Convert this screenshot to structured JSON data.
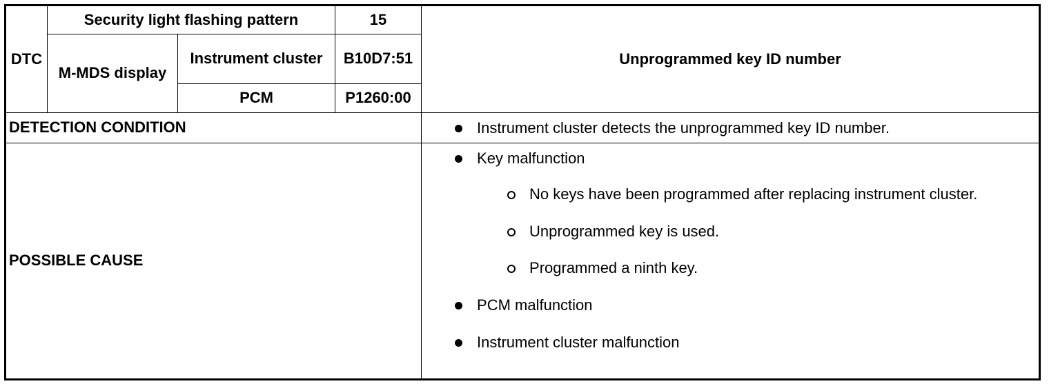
{
  "header": {
    "dtc_label": "DTC",
    "flashing_label": "Security light flashing pattern",
    "flashing_value": "15",
    "mmds_label": "M-MDS display",
    "instrument_label": "Instrument cluster",
    "instrument_code": "B10D7:51",
    "pcm_label": "PCM",
    "pcm_code": "P1260:00",
    "description": "Unprogrammed key ID number"
  },
  "detection": {
    "label": "DETECTION CONDITION",
    "items": [
      "Instrument cluster detects the unprogrammed key ID number."
    ]
  },
  "possible_cause": {
    "label": "POSSIBLE CAUSE",
    "items": [
      {
        "text": "Key malfunction",
        "sub": [
          "No keys have been programmed after replacing instrument cluster.",
          "Unprogrammed key is used.",
          "Programmed a ninth key."
        ]
      },
      {
        "text": "PCM malfunction"
      },
      {
        "text": "Instrument cluster malfunction"
      }
    ]
  }
}
